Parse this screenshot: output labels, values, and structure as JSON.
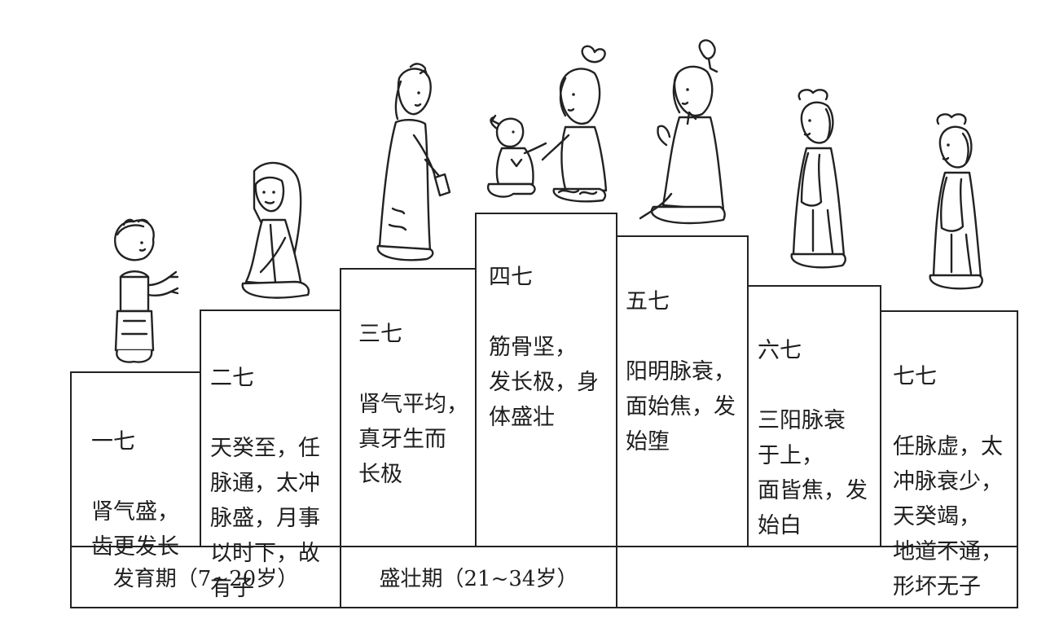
{
  "stages": [
    {
      "id": "yi-qi",
      "title": "一七",
      "body": "肾气盛，\n齿更发长"
    },
    {
      "id": "er-qi",
      "title": "二七",
      "body": "天癸至，任\n脉通，太冲\n脉盛，月事\n以时下，故\n有子"
    },
    {
      "id": "san-qi",
      "title": "三七",
      "body": "肾气平均，\n真牙生而\n长极"
    },
    {
      "id": "si-qi",
      "title": "四七",
      "body": "筋骨坚，\n发长极，身\n体盛壮"
    },
    {
      "id": "wu-qi",
      "title": "五七",
      "body": "阳明脉衰，\n面始焦，发\n始堕"
    },
    {
      "id": "liu-qi",
      "title": "六七",
      "body": "三阳脉衰\n于上，\n面皆焦，发\n始白"
    },
    {
      "id": "qi-qi",
      "title": "七七",
      "body": "任脉虚，太\n冲脉衰少，\n天癸竭，\n地道不通，\n形坏无子"
    }
  ],
  "periods": [
    {
      "id": "development",
      "label": "发育期（7~20岁）"
    },
    {
      "id": "prime",
      "label": "盛壮期（21~34岁）"
    },
    {
      "id": "decline",
      "label": ""
    }
  ],
  "illustrations": [
    {
      "id": "child-figure",
      "icon": "child-standing-icon"
    },
    {
      "id": "girl-sitting-figure",
      "icon": "girl-sitting-icon"
    },
    {
      "id": "young-woman-figure",
      "icon": "woman-standing-icon"
    },
    {
      "id": "mother-child-figure",
      "icon": "mother-and-child-icon"
    },
    {
      "id": "woman-kneeling-figure",
      "icon": "woman-kneeling-icon"
    },
    {
      "id": "woman-standing-figure",
      "icon": "woman-standing-icon"
    },
    {
      "id": "old-woman-figure",
      "icon": "woman-standing-icon"
    }
  ],
  "colors": {
    "line": "#222222",
    "background": "#ffffff"
  }
}
